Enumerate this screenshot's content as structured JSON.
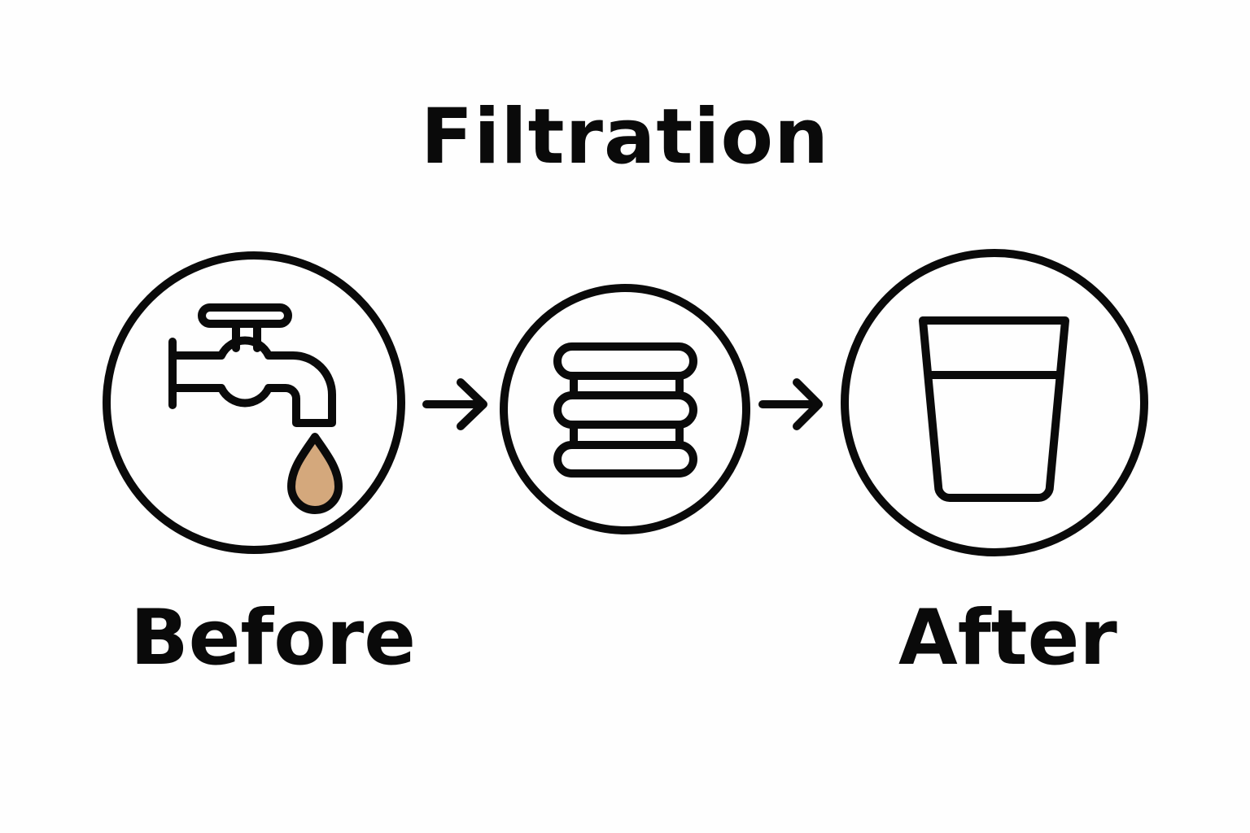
{
  "title": "Filtration",
  "steps": [
    {
      "label": "Before",
      "icon": "faucet-with-dirty-drop-icon"
    },
    {
      "label": "",
      "icon": "filter-layers-icon"
    },
    {
      "label": "After",
      "icon": "glass-of-clean-water-icon"
    }
  ],
  "colors": {
    "stroke": "#0a0a0a",
    "dirty_water": "#d4a87c",
    "background": "#fefefe"
  }
}
